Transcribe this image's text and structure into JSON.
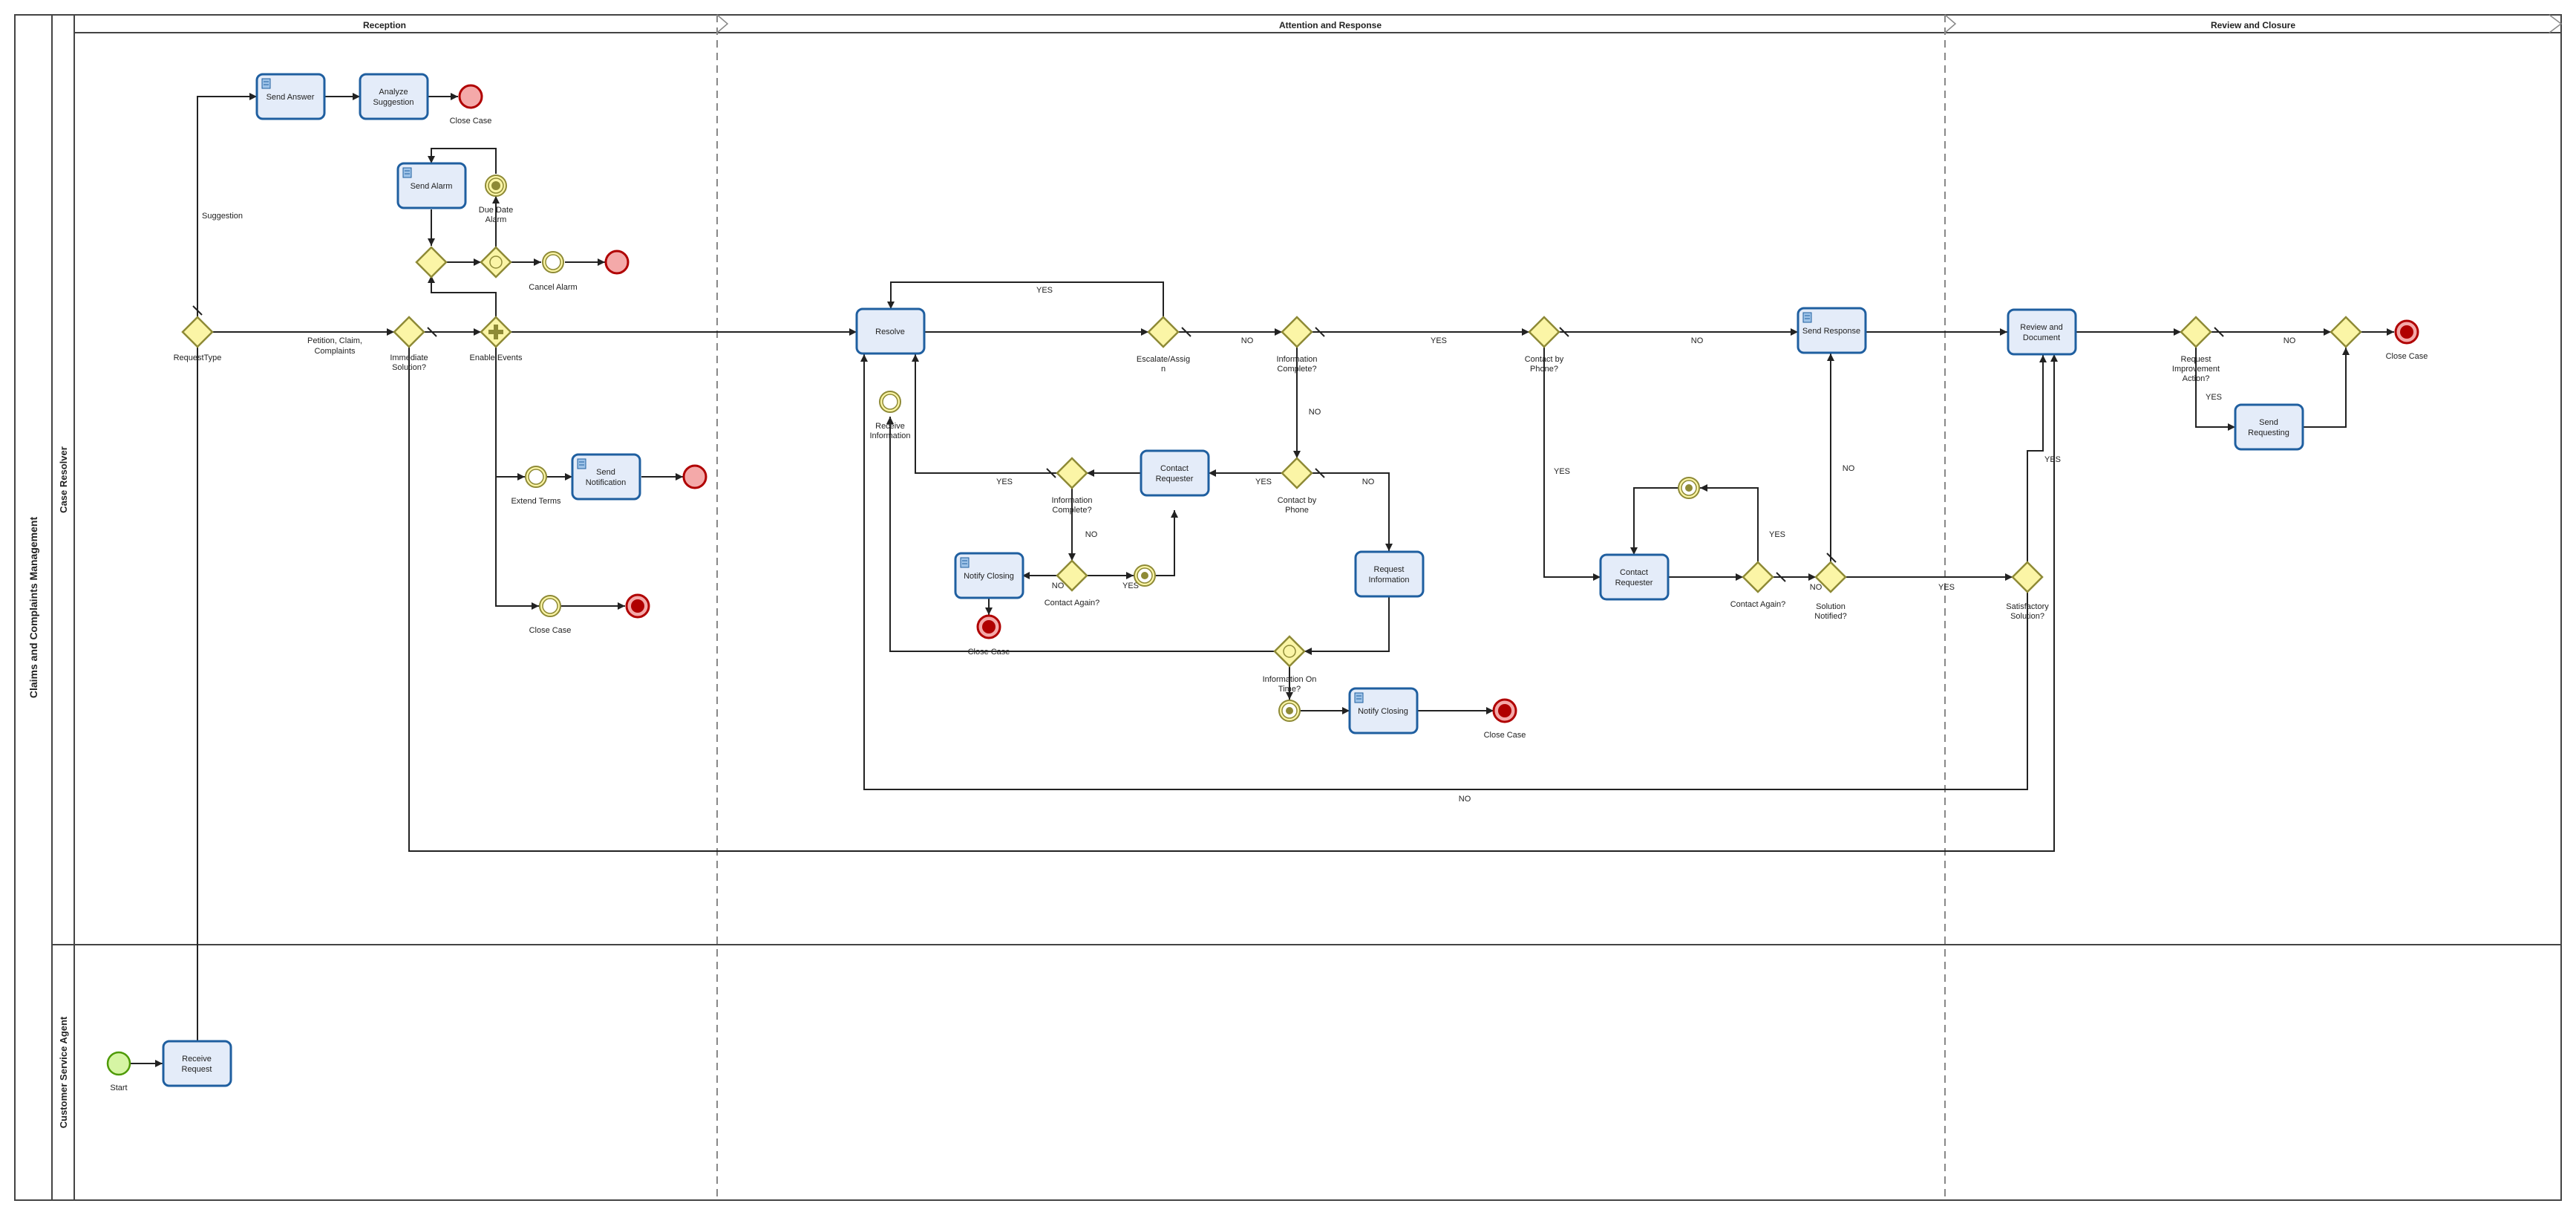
{
  "pool": {
    "label": "Claims and Complaints Management"
  },
  "lanes": {
    "case_resolver": "Case Resolver",
    "customer_service_agent": "Customer Service Agent"
  },
  "phases": {
    "reception": "Reception",
    "attention": "Attention and Response",
    "review": "Review and Closure"
  },
  "tasks": {
    "send_answer": "Send Answer",
    "analyze_suggestion": [
      "Analyze",
      "Suggestion"
    ],
    "send_alarm": "Send Alarm",
    "send_notification": [
      "Send",
      "Notification"
    ],
    "resolve": "Resolve",
    "contact_requester_1": [
      "Contact",
      "Requester"
    ],
    "notify_closing_1": "Notify Closing",
    "request_information": [
      "Request",
      "Information"
    ],
    "notify_closing_2": "Notify Closing",
    "contact_requester_2": [
      "Contact",
      "Requester"
    ],
    "send_response": "Send Response",
    "review_document": [
      "Review and",
      "Document"
    ],
    "send_requesting": [
      "Send",
      "Requesting"
    ],
    "receive_request": [
      "Receive",
      "Request"
    ]
  },
  "events": {
    "close_case_1": "Close Case",
    "due_date_alarm": [
      "Due Date",
      "Alarm"
    ],
    "cancel_alarm": "Cancel Alarm",
    "extend_terms": "Extend Terms",
    "close_case_2": "Close Case",
    "receive_information": [
      "Receive",
      "Information"
    ],
    "close_case_3": "Close Case",
    "close_case_4": "Close Case",
    "close_case_5": "Close Case",
    "start": "Start"
  },
  "gateways": {
    "request_type": "RequestType",
    "immediate_solution": [
      "Immediate",
      "Solution?"
    ],
    "enable_events": "Enable Events",
    "escalate": [
      "Escalate/Assig",
      "n"
    ],
    "info_complete_1": [
      "Information",
      "Complete?"
    ],
    "contact_by_phone_1": [
      "Contact by",
      "Phone"
    ],
    "info_complete_2": [
      "Information",
      "Complete?"
    ],
    "contact_again_1": "Contact Again?",
    "info_on_time": [
      "Information On",
      "Time?"
    ],
    "contact_by_phone_2": [
      "Contact by",
      "Phone?"
    ],
    "contact_again_2": "Contact Again?",
    "solution_notified": [
      "Solution",
      "Notified?"
    ],
    "satisfactory": [
      "Satisfactory",
      "Solution?"
    ],
    "request_improvement": [
      "Request",
      "Improvement",
      "Action?"
    ]
  },
  "flow_labels": {
    "suggestion": "Suggestion",
    "petition": [
      "Petition, Claim,",
      "Complaints"
    ],
    "yes_escalate": "YES",
    "no_escalate": "NO",
    "yes_info1": "YES",
    "no_info1": "NO",
    "no_phone2": "NO",
    "yes_phone1": "YES",
    "no_phone1": "NO",
    "yes_info2": "YES",
    "no_info2": "NO",
    "no_again1": "NO",
    "yes_again1": "YES",
    "yes_phone2": "YES",
    "yes_again2": "YES",
    "no_again2": "NO",
    "no_notified": "NO",
    "yes_notified": "YES",
    "yes_satisf": "YES",
    "no_satisf": "NO",
    "no_improve": "NO",
    "yes_improve": "YES"
  },
  "colors": {
    "task_fill": "#e4ecf9",
    "task_stroke": "#1f5fa0",
    "gateway_fill": "#fbf5a6",
    "gateway_stroke": "#8e8a36",
    "start_fill": "#d6f5a4",
    "start_stroke": "#4e9a06",
    "end_fill": "#f4a9a9",
    "end_stroke": "#b00000",
    "intermediate_fill": "#fbf5a6",
    "intermediate_stroke": "#8e8a36"
  }
}
